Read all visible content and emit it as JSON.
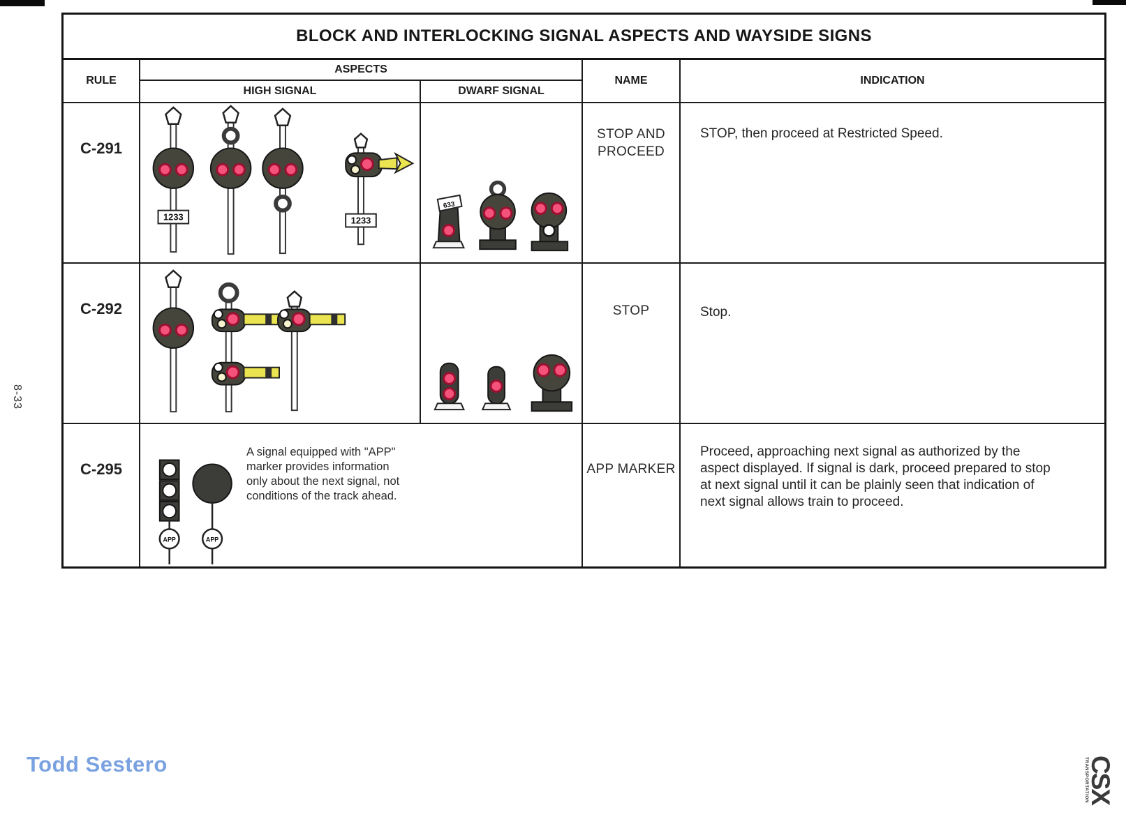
{
  "page": {
    "page_number": "8-33",
    "credit": "Todd Sestero",
    "logo_brand": "CSX",
    "logo_sub": "TRANSPORTATION"
  },
  "table": {
    "title": "BLOCK AND INTERLOCKING SIGNAL ASPECTS AND WAYSIDE SIGNS",
    "headers": {
      "rule": "RULE",
      "aspects": "ASPECTS",
      "high_signal": "HIGH SIGNAL",
      "dwarf_signal": "DWARF SIGNAL",
      "name": "NAME",
      "indication": "INDICATION"
    },
    "rows": [
      {
        "rule": "C-291",
        "name": "STOP AND PROCEED",
        "indication": "STOP, then proceed at Restricted Speed.",
        "number_plate": "1233",
        "dwarf_plate": "633",
        "high_signals": [
          "mast-two-red-lights-number-plate",
          "mast-marker-ring-above-two-red-lights",
          "mast-two-red-lights-marker-ring-below",
          "semaphore-red-light-pointed-yellow-blade-number-plate"
        ],
        "dwarf_signals": [
          "dwarf-one-red-light-number-plate",
          "dwarf-marker-ring-above-two-red-lights",
          "dwarf-two-red-lights-white-lens-below"
        ]
      },
      {
        "rule": "C-292",
        "name": "STOP",
        "indication": "Stop.",
        "high_signals": [
          "mast-two-red-lights",
          "double-head-semaphore-horizontal-yellow-blades",
          "single-head-semaphore-horizontal-yellow-blade"
        ],
        "dwarf_signals": [
          "dwarf-two-red-lights-stacked",
          "dwarf-one-red-light",
          "dwarf-two-red-lights-round-head"
        ]
      },
      {
        "rule": "C-295",
        "name": "APP MARKER",
        "indication": "Proceed, approaching next signal as authorized by the aspect displayed. If signal is dark, proceed prepared to stop at next signal until it can be plainly seen that indication of next signal allows train to proceed.",
        "note": "A signal equipped with \"APP\" marker provides information only about the next signal, not conditions of the track ahead.",
        "marker_label": "APP",
        "high_signals": [
          "three-light-signal-with-app-marker-plate",
          "dark-signal-head-with-app-marker-plate"
        ]
      }
    ],
    "colors": {
      "red_light": "#f5527b",
      "red_light_ring": "#9c1030",
      "yellow_blade": "#e9e44f",
      "head_dark": "#45453c",
      "credit_blue": "#7aa1e0"
    }
  }
}
